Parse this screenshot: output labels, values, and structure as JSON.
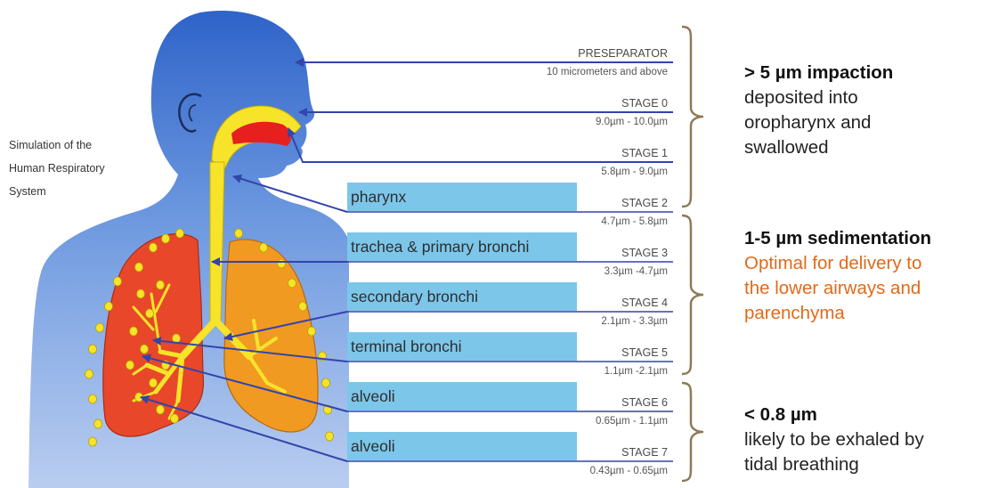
{
  "caption": [
    "Simulation of the",
    "Human Respiratory",
    "System"
  ],
  "regions": [
    "pharynx",
    "trachea & primary bronchi",
    "secondary bronchi",
    "terminal bronchi",
    "alveoli",
    "alveoli"
  ],
  "stages": [
    {
      "label": "PRESEPARATOR",
      "range": "10 micrometers and above"
    },
    {
      "label": "STAGE 0",
      "range": "9.0µm - 10.0µm"
    },
    {
      "label": "STAGE 1",
      "range": "5.8µm - 9.0µm"
    },
    {
      "label": "STAGE 2",
      "range": "4.7µm - 5.8µm"
    },
    {
      "label": "STAGE 3",
      "range": "3.3µm -4.7µm"
    },
    {
      "label": "STAGE 4",
      "range": "2.1µm - 3.3µm"
    },
    {
      "label": "STAGE 5",
      "range": "1.1µm -2.1µm"
    },
    {
      "label": "STAGE 6",
      "range": "0.65µm - 1.1µm"
    },
    {
      "label": "STAGE 7",
      "range": "0.43µm - 0.65µm"
    }
  ],
  "groups": [
    {
      "title": "> 5 µm impaction",
      "lines": [
        "deposited into",
        "oropharynx and",
        "swallowed"
      ],
      "accent": "#222222"
    },
    {
      "title": "1-5 µm sedimentation",
      "lines": [
        "Optimal for delivery to",
        "the lower airways and",
        "parenchyma"
      ],
      "accent": "#e06a1b"
    },
    {
      "title": "< 0.8 µm",
      "lines": [
        "likely to be exhaled by",
        "tidal breathing"
      ],
      "accent": "#222222"
    }
  ],
  "colors": {
    "body": "#5b89d6",
    "head": "#2f63c9",
    "airway": "#f6e32a",
    "lung_left": "#e8472a",
    "lung_right": "#f19a22",
    "region_bar": "#7cc6ea",
    "arrow": "#3344aa",
    "brace": "#8e7a55"
  }
}
